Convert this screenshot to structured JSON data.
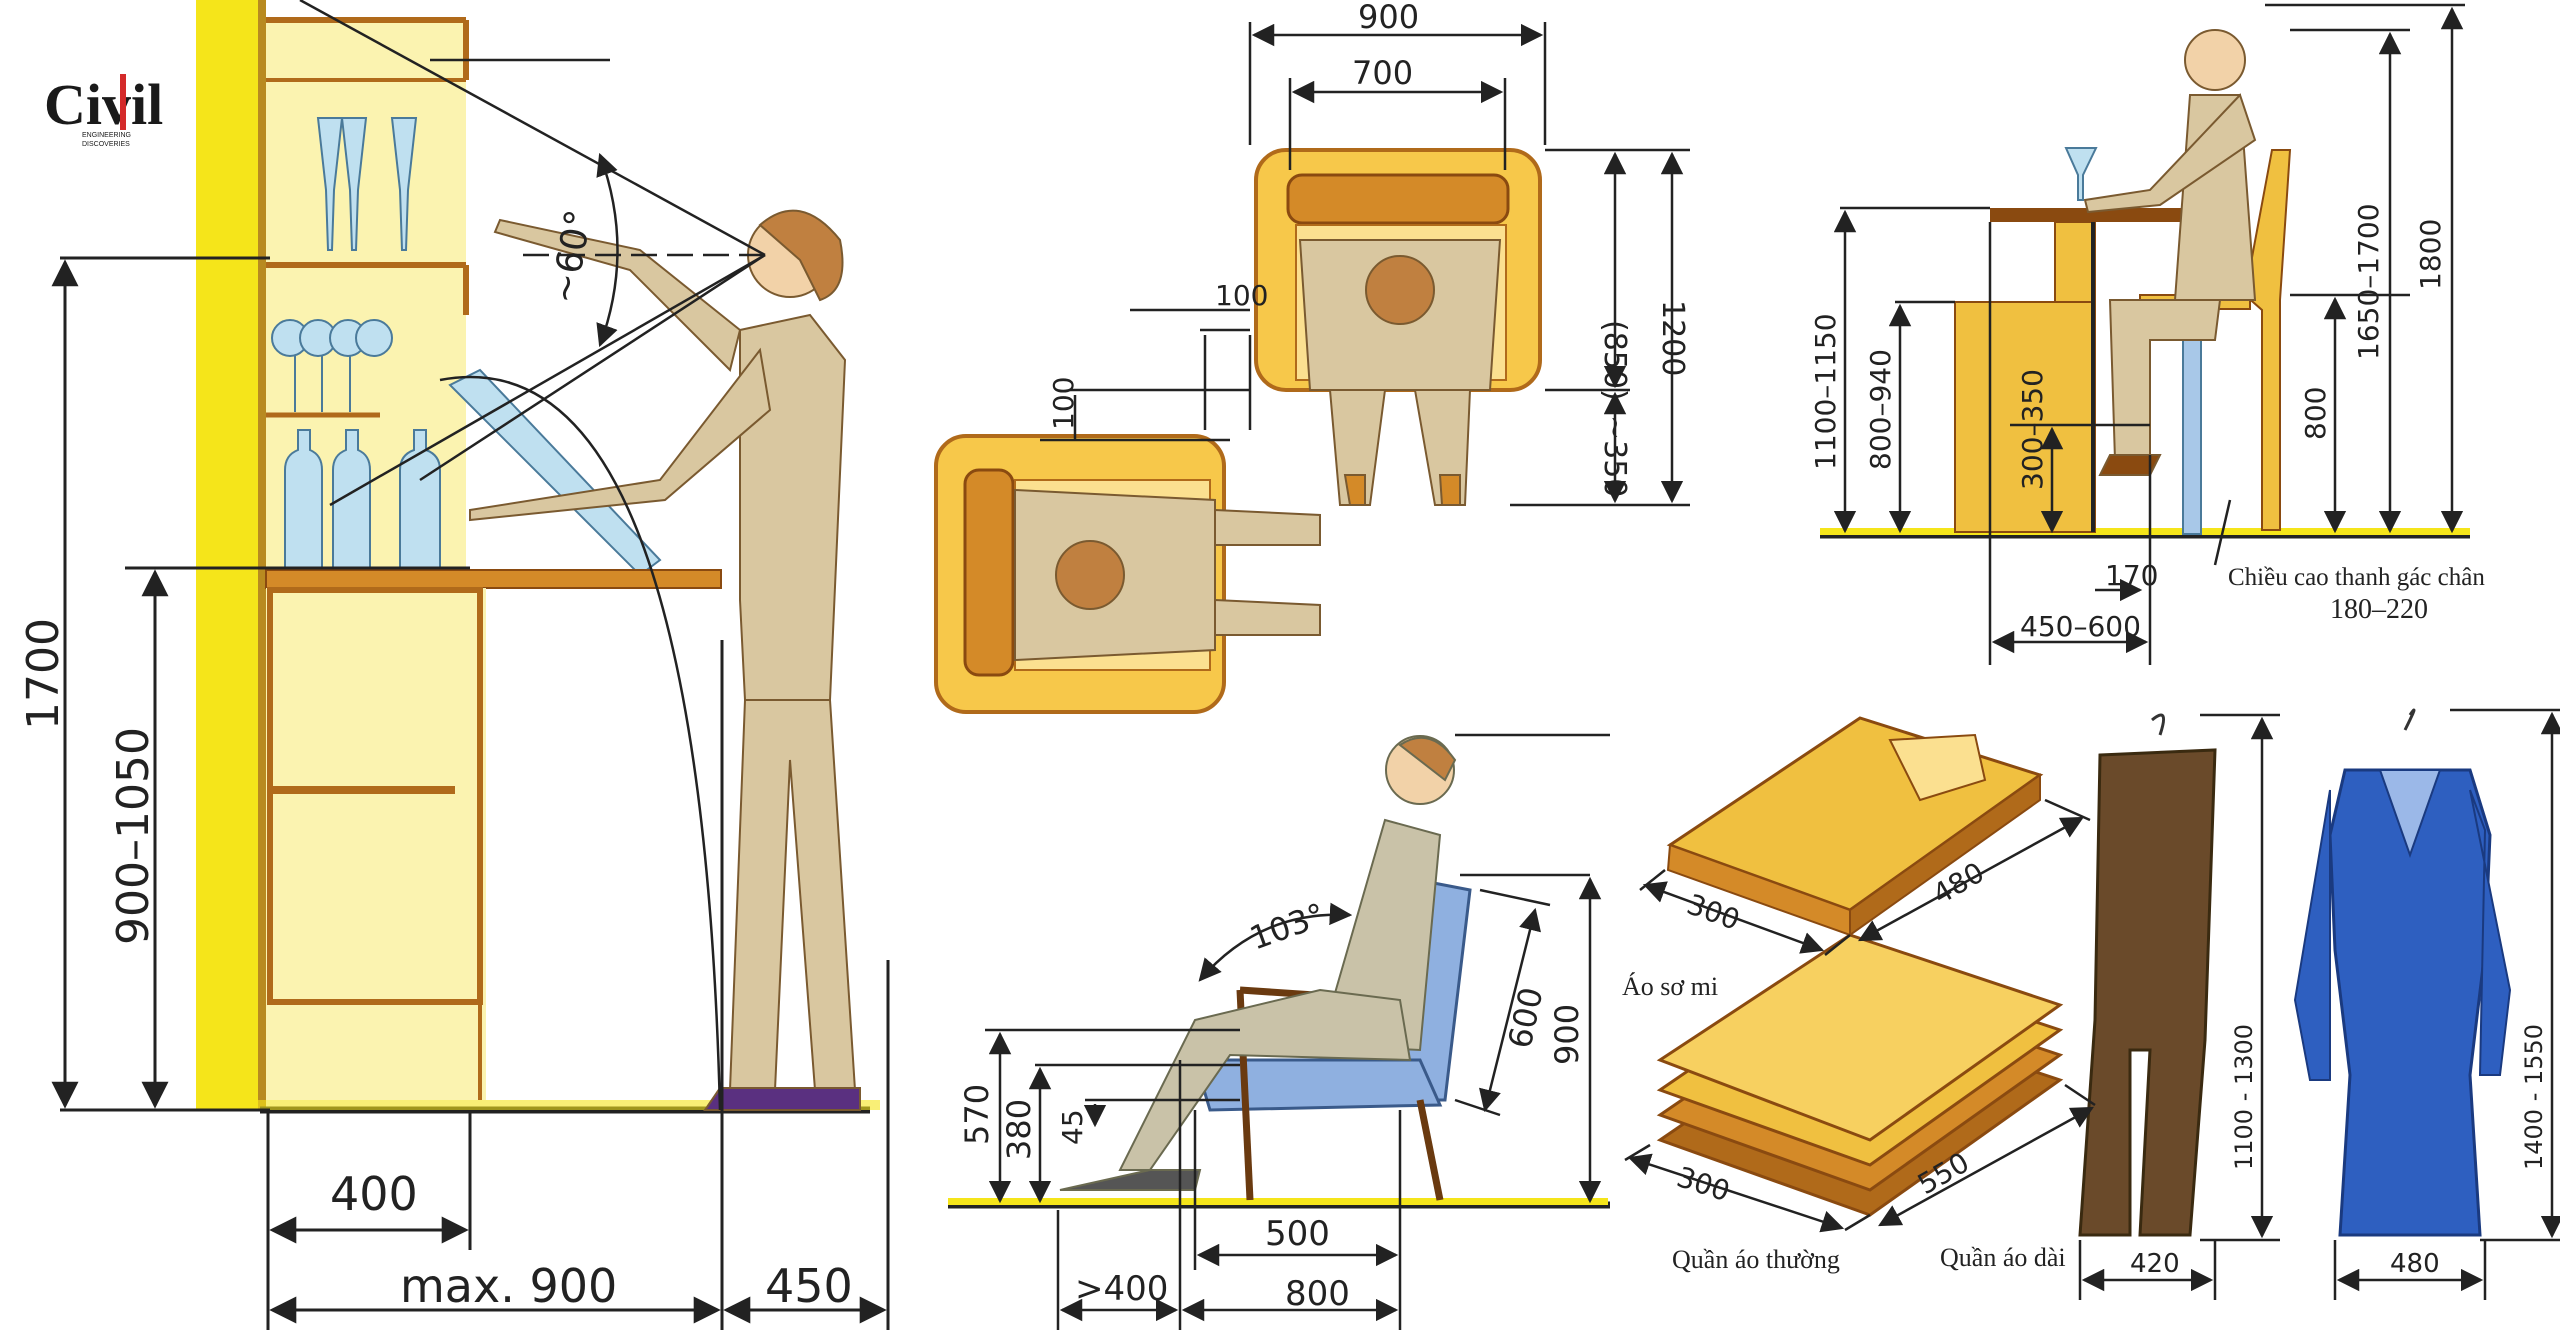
{
  "logo": {
    "name": "Civil",
    "sub1": "ENGINEERING",
    "sub2": "DISCOVERIES",
    "colors": {
      "text": "#1a1a1a",
      "accent": "#d42a2a"
    }
  },
  "panel_bar": {
    "dims": {
      "h1700": "1700",
      "h900_1050": "900–1050",
      "w400": "400",
      "wmax900": "max. 900",
      "w450": "450",
      "angle": "~60°"
    }
  },
  "panel_plan": {
    "dims": {
      "w900": "900",
      "w700": "700",
      "h850": "(850)",
      "h1200": "1200",
      "h350": "~350",
      "g100a": "100",
      "g100b": "100"
    }
  },
  "panel_stool": {
    "dims": {
      "h1100_1150": "1100–1150",
      "h800_940": "800–940",
      "h300_350": "300–350",
      "h1650_1700": "1650–1700",
      "h1800": "1800",
      "h800": "800",
      "w170": "170",
      "w450_600": "450–600"
    },
    "caption": "Chiều cao thanh gác chân",
    "caption_value": "180–220"
  },
  "panel_chair": {
    "dims": {
      "angle": "103°",
      "d600": "600",
      "h900": "900",
      "h570": "570",
      "h380": "380",
      "h45": "45",
      "w500": "500",
      "w400": ">400",
      "w800": "800"
    }
  },
  "panel_clothes": {
    "dims": {
      "shirt_w": "300",
      "shirt_l": "480",
      "folded_w": "300",
      "folded_l": "550",
      "long_h": "1100 - 1300",
      "long_w": "420",
      "dress_h": "1400 - 1550",
      "dress_w": "480"
    },
    "captions": {
      "shirt": "Áo sơ mi",
      "folded": "Quần áo thường",
      "long": "Quần áo dài"
    }
  },
  "colors": {
    "yellow_wall": "#f5e51a",
    "wood": "#d48a28",
    "wood_light": "#f7c84a",
    "cabinet": "#fbf3b0",
    "person": "#d9c7a0",
    "glass": "#bfe0f0",
    "chair_blue": "#8fb0e0",
    "dress_blue": "#2e5fc0",
    "pants_brown": "#6a4a2a",
    "stool": "#f0c040",
    "line": "#222222"
  }
}
